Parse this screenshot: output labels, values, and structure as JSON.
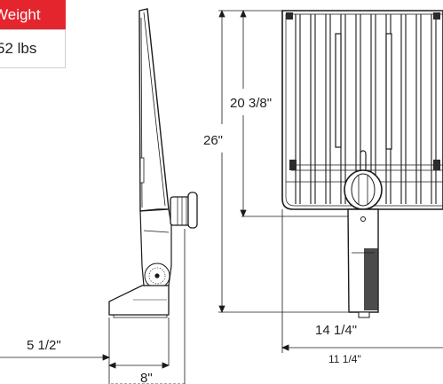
{
  "spec_table": {
    "weight_header": "Weight",
    "weight_value": "52 lbs"
  },
  "dimensions": {
    "height_total": "26\"",
    "height_head": "20 3/8\"",
    "width_front": "14 1/4\"",
    "width_front_lower": "11 1/4\"",
    "depth_mount": "5 1/2\"",
    "depth_side": "8\""
  },
  "colors": {
    "accent": "#e4252d",
    "line": "#1a1a1a",
    "fixture": "#2b2b2b"
  }
}
